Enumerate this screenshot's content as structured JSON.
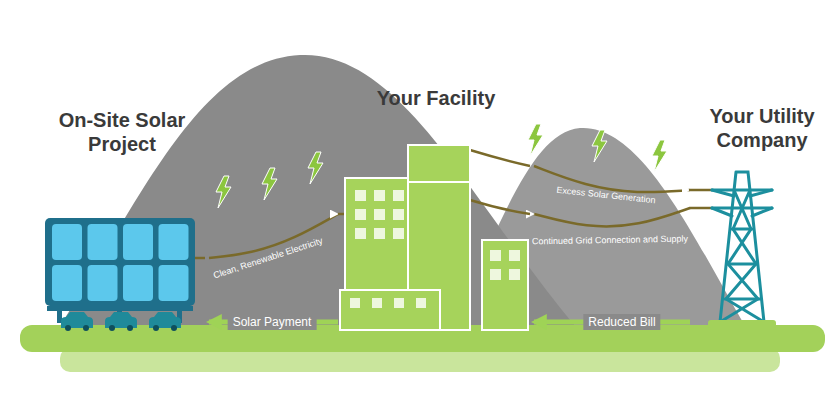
{
  "diagram": {
    "nodes": [
      {
        "text": [
          "On-Site Solar Project"
        ]
      },
      {
        "text": [
          "Your Facility"
        ]
      },
      {
        "text": [
          "Your Utility Company"
        ]
      }
    ],
    "edges": [
      {
        "from": 0,
        "to": 1,
        "label": "Clean, Renewable Electricity",
        "arrow": "to"
      },
      {
        "from": 1,
        "to": 2,
        "label": "Excess Solar Generation",
        "arrow": "to"
      },
      {
        "from": 2,
        "to": 1,
        "label": "Continued Grid Connection and Supply",
        "arrow": "to"
      },
      {
        "from": 1,
        "to": 0,
        "label": "Solar Payment",
        "arrow": "to"
      },
      {
        "from": 2,
        "to": 1,
        "label": "Reduced Bill",
        "arrow": "to"
      }
    ]
  }
}
